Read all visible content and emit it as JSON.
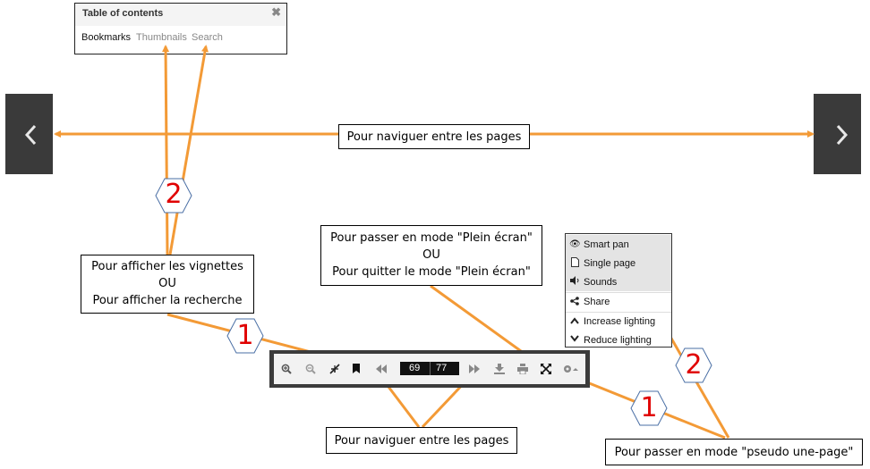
{
  "toc": {
    "title": "Table of contents",
    "close": "✖",
    "tabs": [
      "Bookmarks",
      "Thumbnails",
      "Search"
    ]
  },
  "nav": {
    "prev_icon": "chevron-left-icon",
    "next_icon": "chevron-right-icon"
  },
  "callouts": {
    "nav_top": "Pour naviguer entre les pages",
    "thumbs_line1": "Pour afficher les vignettes",
    "thumbs_line2": "OU",
    "thumbs_line3": "Pour afficher la recherche",
    "fullscreen_line1": "Pour passer en mode \"Plein écran\"",
    "fullscreen_line2": "OU",
    "fullscreen_line3": "Pour quitter le mode \"Plein écran\"",
    "nav_bottom": "Pour naviguer entre les pages",
    "pseudo": "Pour passer en mode \"pseudo une-page\""
  },
  "toolbar": {
    "current_page": "69",
    "total_pages": "77",
    "icons": [
      "zoom-in-icon",
      "zoom-out-icon",
      "shrink-icon",
      "bookmark-icon",
      "first-page-icon",
      "last-page-icon",
      "download-icon",
      "print-icon",
      "fullscreen-icon",
      "settings-icon"
    ]
  },
  "menu": {
    "items": [
      "Smart pan",
      "Single page",
      "Sounds",
      "Share",
      "Increase lighting",
      "Reduce lighting"
    ]
  },
  "badges": {
    "one_a": "1",
    "two_a": "2",
    "one_b": "1",
    "two_b": "2"
  },
  "colors": {
    "arrow": "#f39a36",
    "badge_text": "#e00000",
    "dark": "#3a3a3a"
  }
}
